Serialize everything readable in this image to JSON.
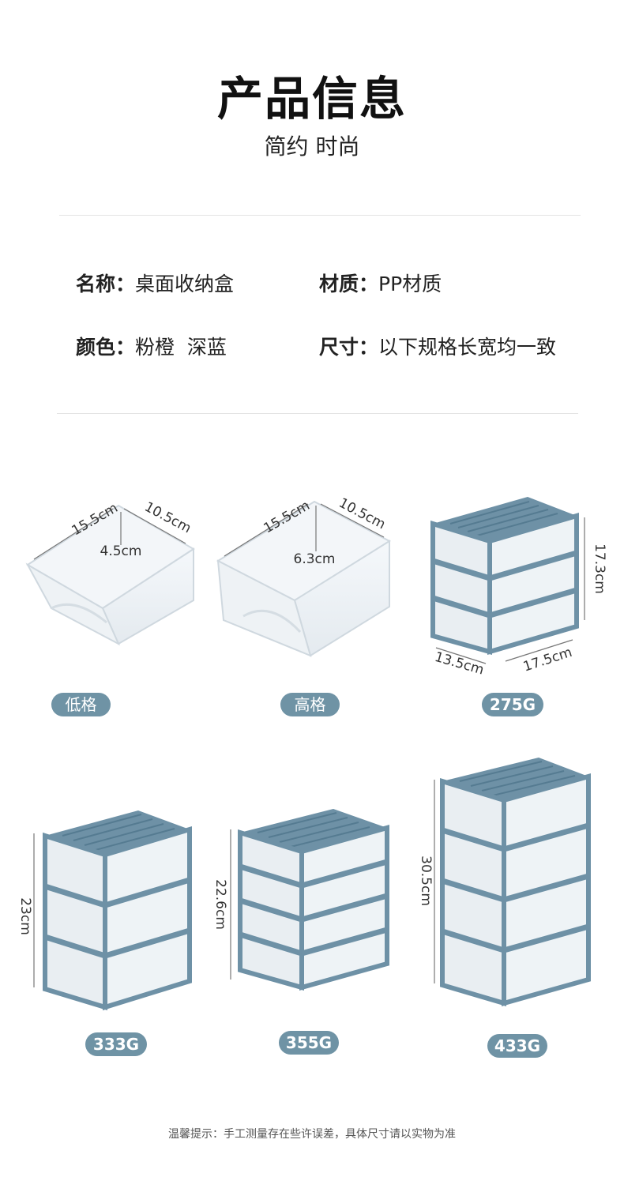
{
  "header": {
    "title": "产品信息",
    "subtitle": "简约 时尚"
  },
  "info": {
    "name": {
      "label": "名称：",
      "value": "桌面收纳盒"
    },
    "material": {
      "label": "材质：",
      "value": "PP材质"
    },
    "color": {
      "label": "颜色：",
      "value": "粉橙  深蓝"
    },
    "size": {
      "label": "尺寸：",
      "value": "以下规格长宽均一致"
    }
  },
  "products": {
    "low_drawer": {
      "badge": "低格",
      "length": "15.5cm",
      "width": "10.5cm",
      "height": "4.5cm"
    },
    "high_drawer": {
      "badge": "高格",
      "length": "15.5cm",
      "width": "10.5cm",
      "height": "6.3cm"
    },
    "cab_3_small": {
      "badge": "275G",
      "height": "17.3cm",
      "depth": "13.5cm",
      "width": "17.5cm"
    },
    "cab_3": {
      "badge": "333G",
      "height": "23cm"
    },
    "cab_4_small": {
      "badge": "355G",
      "height": "22.6cm"
    },
    "cab_4": {
      "badge": "433G",
      "height": "30.5cm"
    }
  },
  "colors": {
    "accent": "#6f93a5",
    "frame": "#6e91a6",
    "frame_dark": "#557b91"
  },
  "footer": {
    "note": "温馨提示：手工测量存在些许误差，具体尺寸请以实物为准"
  }
}
